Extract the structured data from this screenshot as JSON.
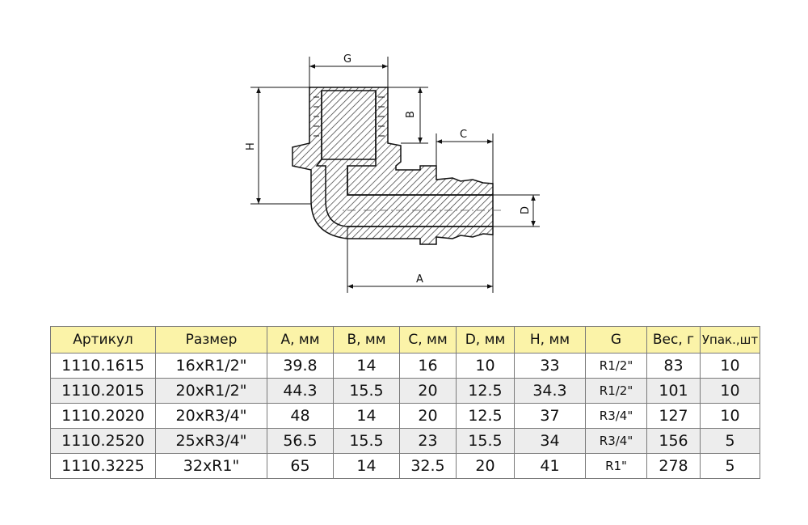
{
  "drawing": {
    "labels": {
      "g": "G",
      "b": "B",
      "c": "C",
      "h": "H",
      "d": "D",
      "a": "A"
    }
  },
  "table": {
    "columns": [
      "Артикул",
      "Размер",
      "А, мм",
      "B, мм",
      "C, мм",
      "D, мм",
      "H, мм",
      "G",
      "Вес, г",
      "Упак.,шт"
    ],
    "rows": [
      [
        "1110.1615",
        "16xR1/2\"",
        "39.8",
        "14",
        "16",
        "10",
        "33",
        "R1/2\"",
        "83",
        "10"
      ],
      [
        "1110.2015",
        "20xR1/2\"",
        "44.3",
        "15.5",
        "20",
        "12.5",
        "34.3",
        "R1/2\"",
        "101",
        "10"
      ],
      [
        "1110.2020",
        "20xR3/4\"",
        "48",
        "14",
        "20",
        "12.5",
        "37",
        "R3/4\"",
        "127",
        "10"
      ],
      [
        "1110.2520",
        "25xR3/4\"",
        "56.5",
        "15.5",
        "23",
        "15.5",
        "34",
        "R3/4\"",
        "156",
        "5"
      ],
      [
        "1110.3225",
        "32xR1\"",
        "65",
        "14",
        "32.5",
        "20",
        "41",
        "R1\"",
        "278",
        "5"
      ]
    ]
  }
}
